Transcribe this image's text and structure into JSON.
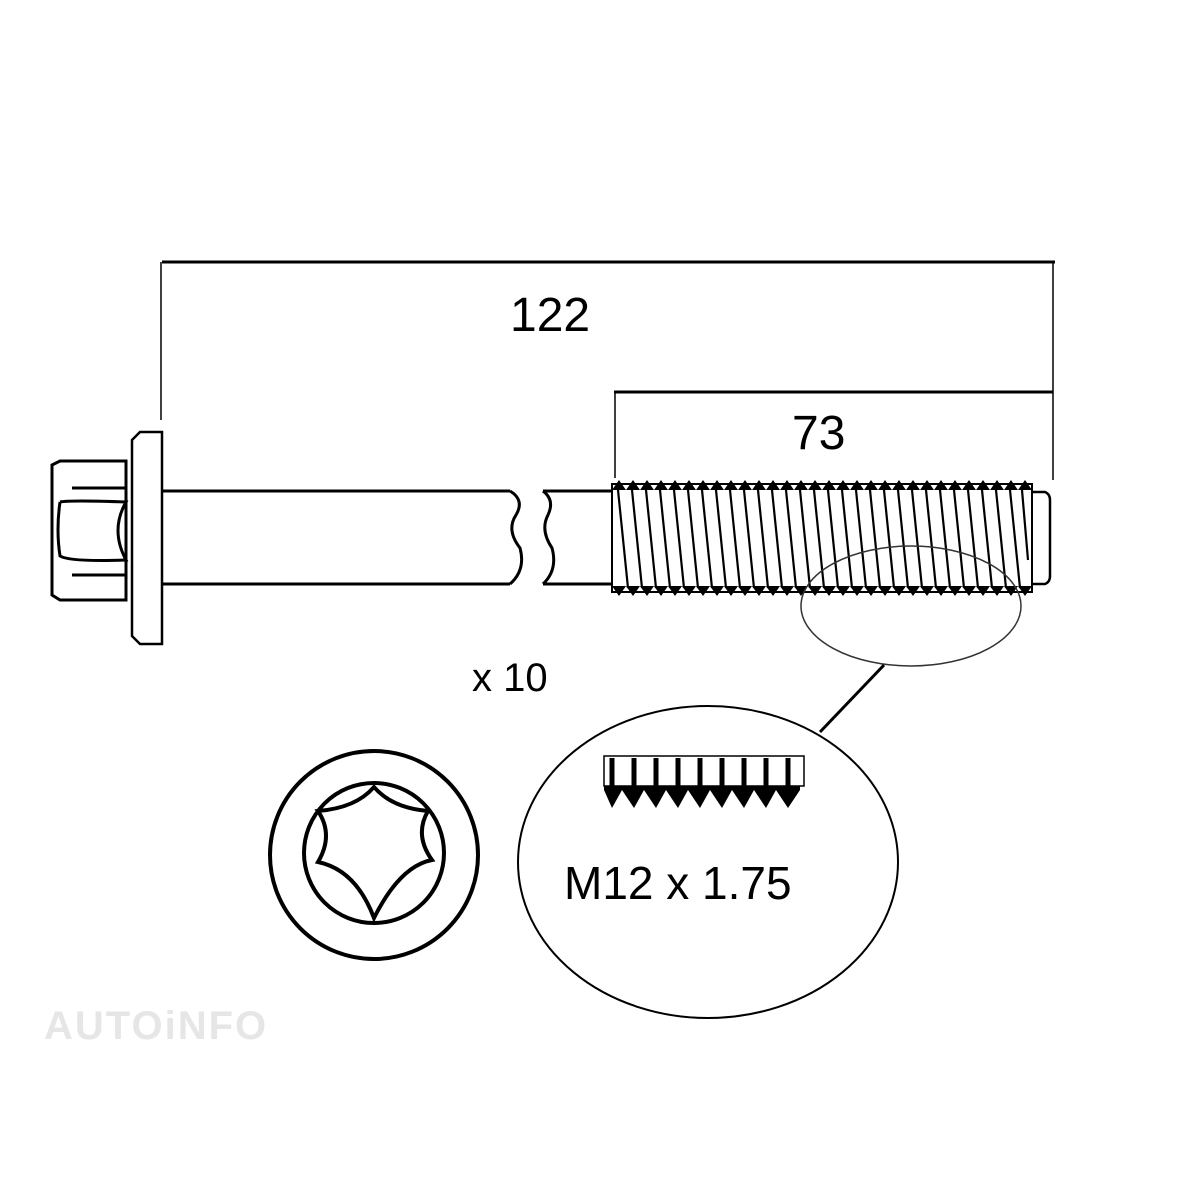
{
  "diagram": {
    "subject": "Flange head bolt with Torx drive",
    "dimensions": {
      "overall_length": "122",
      "thread_length": "73"
    },
    "quantity_label": "x 10",
    "thread_detail": {
      "spec_label": "M12 x 1.75"
    },
    "head_end_view": {
      "drive_icon": "torx-star-icon"
    },
    "watermark": "AUTOiNFO",
    "colors": {
      "line": "#000000",
      "background": "#ffffff",
      "watermark": "#e6e6e6"
    }
  }
}
